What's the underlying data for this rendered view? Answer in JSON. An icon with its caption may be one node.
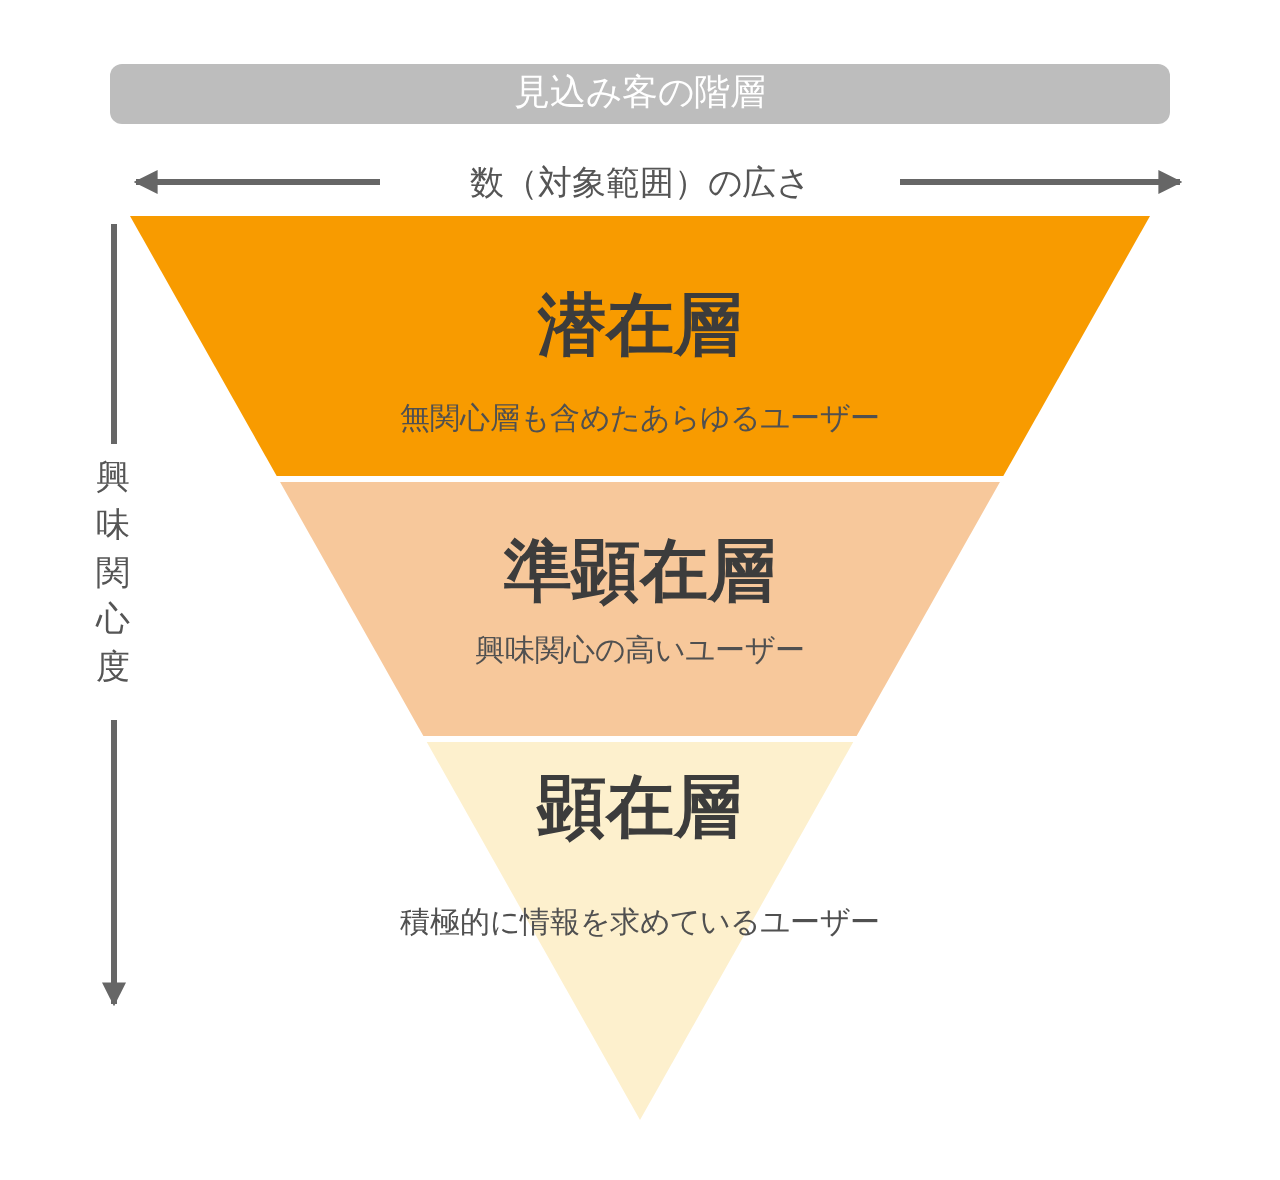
{
  "diagram": {
    "title": "見込み客の階層",
    "nodes": [
      {
        "text": [
          "潜在層",
          "無関心層も含めたあらゆるユーザー"
        ]
      },
      {
        "text": [
          "準顕在層",
          "興味関心の高いユーザー"
        ]
      },
      {
        "text": [
          "顕在層",
          "積極的に情報を求めているユーザー"
        ]
      }
    ],
    "labels": [
      "数（対象範囲）の広さ",
      "興味関心度"
    ]
  }
}
